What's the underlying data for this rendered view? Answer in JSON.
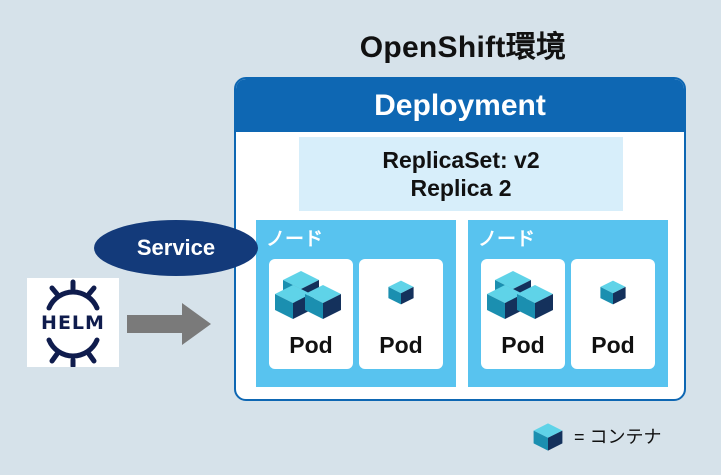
{
  "environment_title": "OpenShift環境",
  "deployment": {
    "title": "Deployment",
    "replicaset_line1": "ReplicaSet: v2",
    "replicaset_line2": "Replica 2"
  },
  "service_label": "Service",
  "helm_label": "HELM",
  "nodes": [
    {
      "label": "ノード",
      "pods": [
        "Pod",
        "Pod"
      ]
    },
    {
      "label": "ノード",
      "pods": [
        "Pod",
        "Pod"
      ]
    }
  ],
  "legend": {
    "text": "= コンテナ",
    "icon": "container-cube-icon"
  },
  "colors": {
    "background": "#d6e2ea",
    "deployment_blue": "#0e67b3",
    "replicaset_fill": "#d7eefa",
    "node_fill": "#58c3ef",
    "service_fill": "#133a7a",
    "container_top": "#5fd3e8",
    "container_side": "#1b8fb0",
    "container_dark": "#14315c"
  }
}
